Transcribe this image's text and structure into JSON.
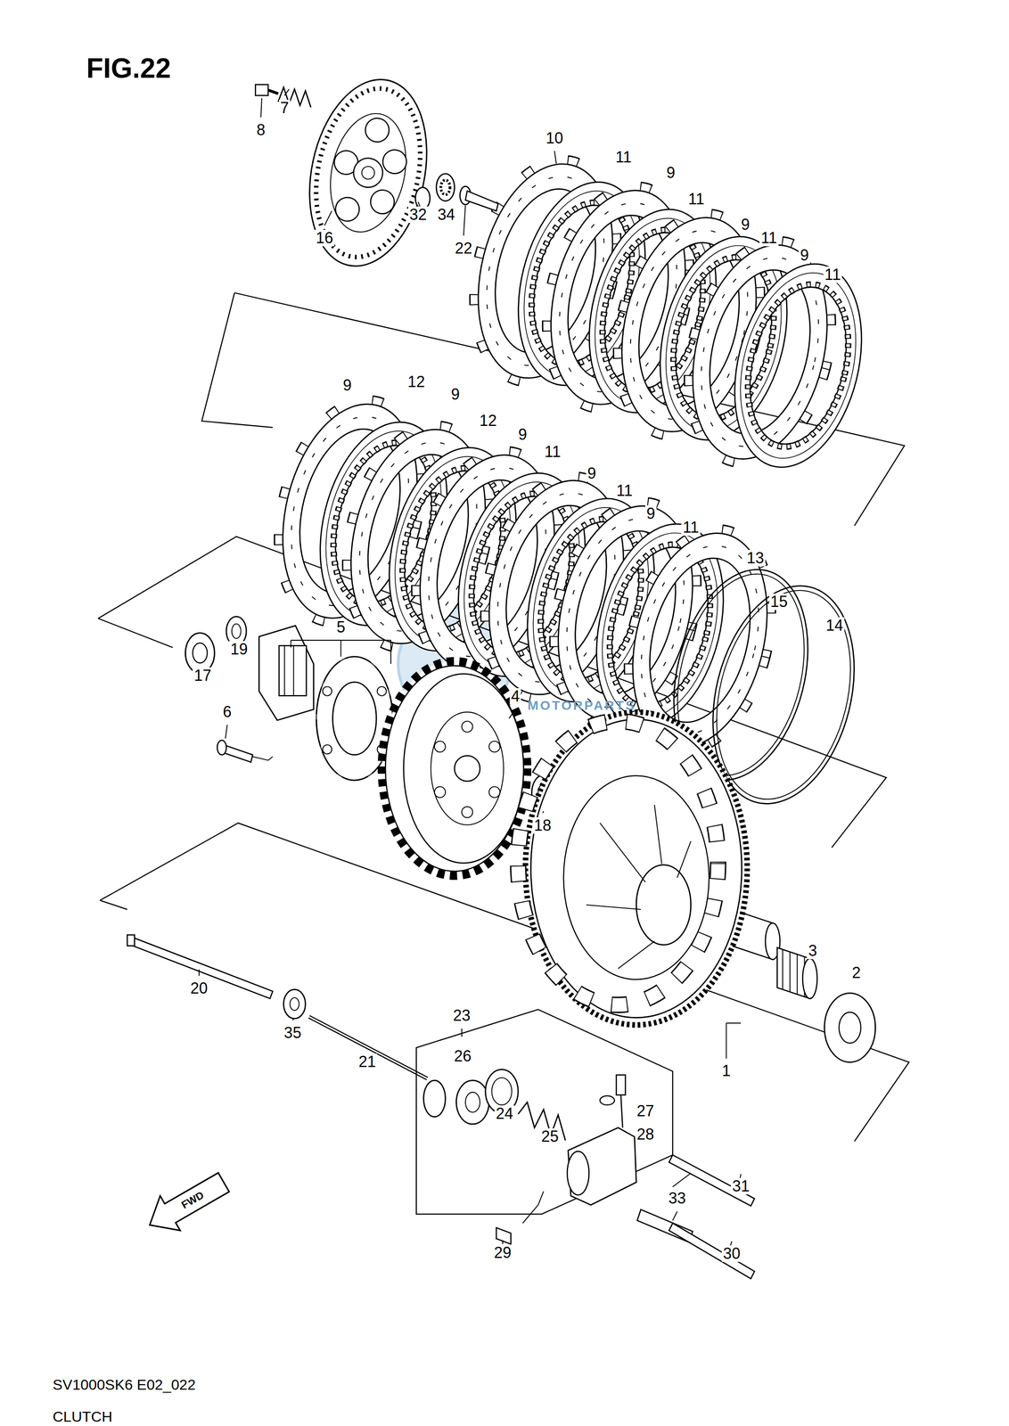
{
  "diagram": {
    "title": "FIG.22",
    "labels": [
      "8",
      "7",
      "16",
      "32",
      "34",
      "22",
      "10",
      "11",
      "9",
      "11",
      "9",
      "11",
      "9",
      "11",
      "9",
      "12",
      "9",
      "12",
      "9",
      "11",
      "9",
      "11",
      "9",
      "11",
      "13",
      "15",
      "14",
      "19",
      "5",
      "17",
      "6",
      "4",
      "18",
      "3",
      "2",
      "1",
      "20",
      "35",
      "21",
      "23",
      "26",
      "24",
      "25",
      "27",
      "28",
      "31",
      "33",
      "30",
      "29",
      "FWD",
      "MOTORPARTS",
      "SV1000SK6 E02_022",
      "CLUTCH"
    ]
  }
}
